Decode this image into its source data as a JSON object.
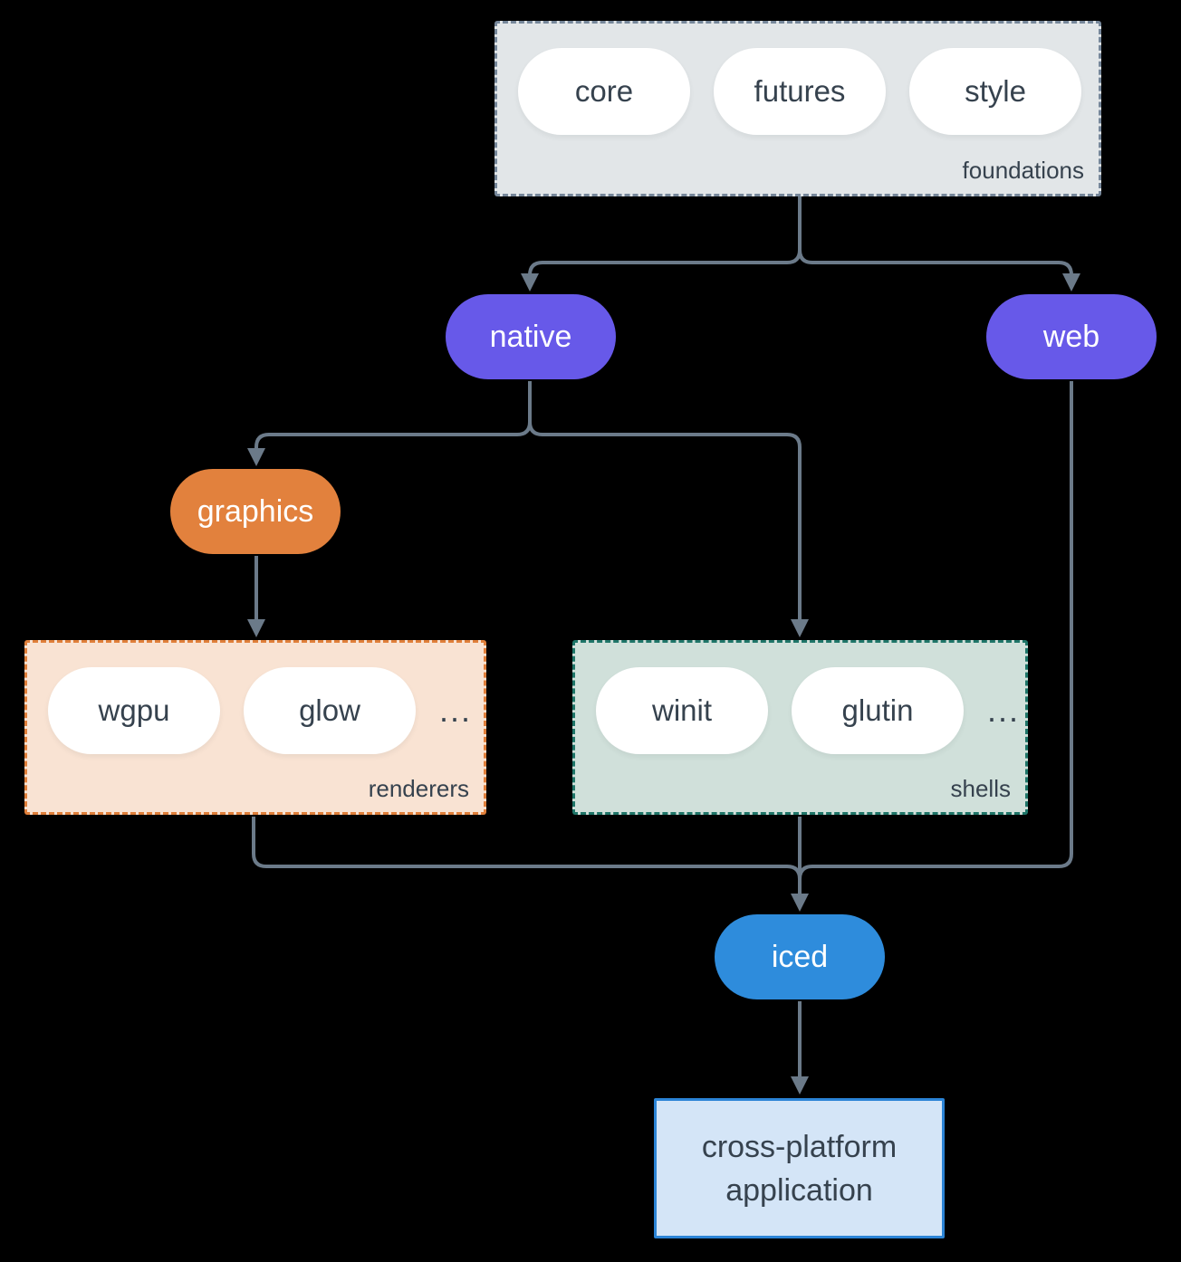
{
  "diagram": {
    "foundations": {
      "label": "foundations",
      "pills": [
        "core",
        "futures",
        "style"
      ]
    },
    "native": {
      "label": "native"
    },
    "web": {
      "label": "web"
    },
    "graphics": {
      "label": "graphics"
    },
    "renderers": {
      "label": "renderers",
      "pills": [
        "wgpu",
        "glow"
      ],
      "ellipsis": "..."
    },
    "shells": {
      "label": "shells",
      "pills": [
        "winit",
        "glutin"
      ],
      "ellipsis": "..."
    },
    "iced": {
      "label": "iced"
    },
    "application": {
      "label_line1": "cross-platform",
      "label_line2": "application"
    }
  },
  "colors": {
    "background": "#000000",
    "foundations_fill": "#e2e6e8",
    "foundations_border": "#76879a",
    "purple_pill": "#6759e9",
    "orange_pill": "#e2813d",
    "renderers_fill": "#f9e3d3",
    "renderers_border": "#e07f3a",
    "shells_fill": "#d0e0da",
    "shells_border": "#1e7568",
    "blue_pill": "#2e8cdc",
    "app_fill": "#d4e5f7",
    "app_border": "#2b84d6",
    "connector": "#6b7a89",
    "dark_text": "#36424e",
    "light_text": "#ffffff"
  }
}
